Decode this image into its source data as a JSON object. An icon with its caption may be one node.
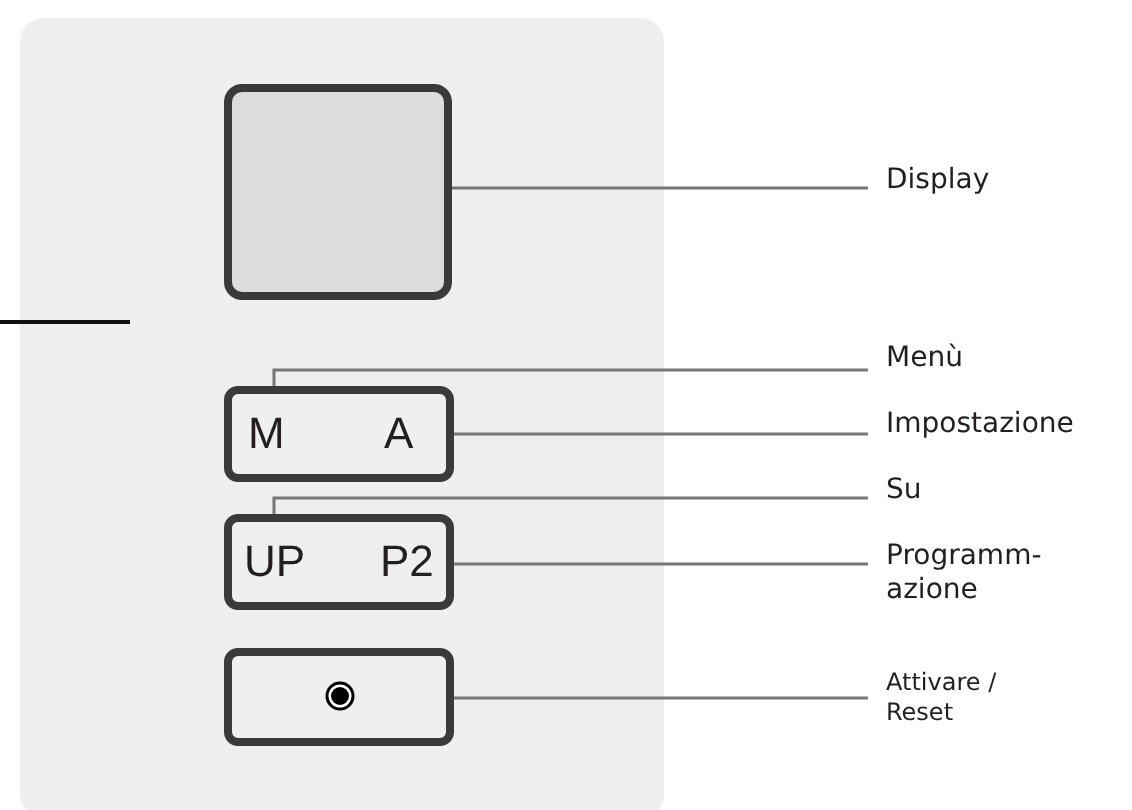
{
  "diagram": {
    "nodes": [
      {
        "text": [],
        "shape": "box"
      },
      {
        "text": [],
        "shape": "box",
        "in": 0
      },
      {
        "text": [
          "M",
          "A"
        ],
        "in": 0
      },
      {
        "text": [
          "UP",
          "P2"
        ],
        "in": 0
      },
      {
        "text": [],
        "shape": "box",
        "in": 0
      },
      {
        "text": [
          "Display"
        ]
      },
      {
        "text": [
          "Menù"
        ]
      },
      {
        "text": [
          "Impostazione"
        ]
      },
      {
        "text": [
          "Su"
        ]
      },
      {
        "text": [
          "Programm- azione"
        ]
      },
      {
        "text": [
          "Attivare / Reset"
        ]
      }
    ],
    "edges": [
      {
        "from": 5,
        "to": 1,
        "arrow": "none"
      },
      {
        "from": 6,
        "to": 2,
        "arrow": "none"
      },
      {
        "from": 7,
        "to": 2,
        "arrow": "none"
      },
      {
        "from": 8,
        "to": 3,
        "arrow": "none"
      },
      {
        "from": 9,
        "to": 3,
        "arrow": "none"
      },
      {
        "from": 10,
        "to": 4,
        "arrow": "none"
      }
    ]
  }
}
